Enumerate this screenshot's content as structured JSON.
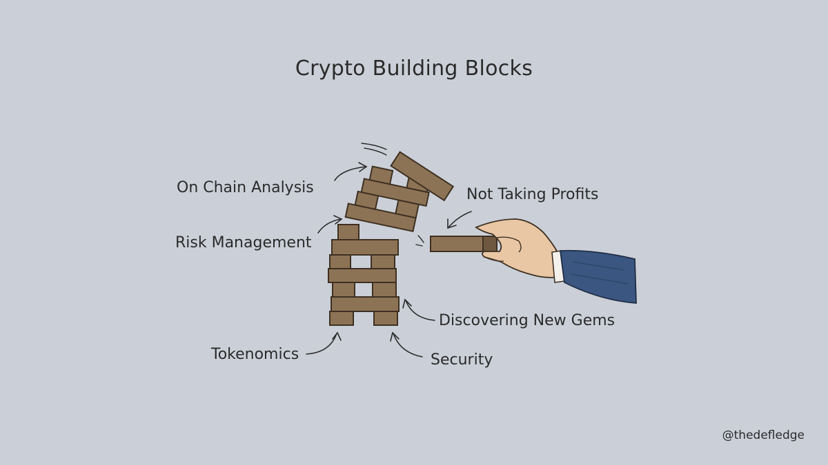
{
  "title": "Crypto Building Blocks",
  "labels": {
    "on_chain_analysis": "On Chain Analysis",
    "risk_management": "Risk Management",
    "tokenomics": "Tokenomics",
    "not_taking_profits": "Not Taking Profits",
    "discovering_new_gems": "Discovering New Gems",
    "security": "Security"
  },
  "handle": "@thedefledge",
  "colors": {
    "background": "#cbcfd7",
    "block": "#8d7355",
    "sleeve": "#3b5680",
    "skin": "#e9c7a5"
  },
  "icons": [
    "jenga-tower",
    "hand-pulling-block"
  ]
}
